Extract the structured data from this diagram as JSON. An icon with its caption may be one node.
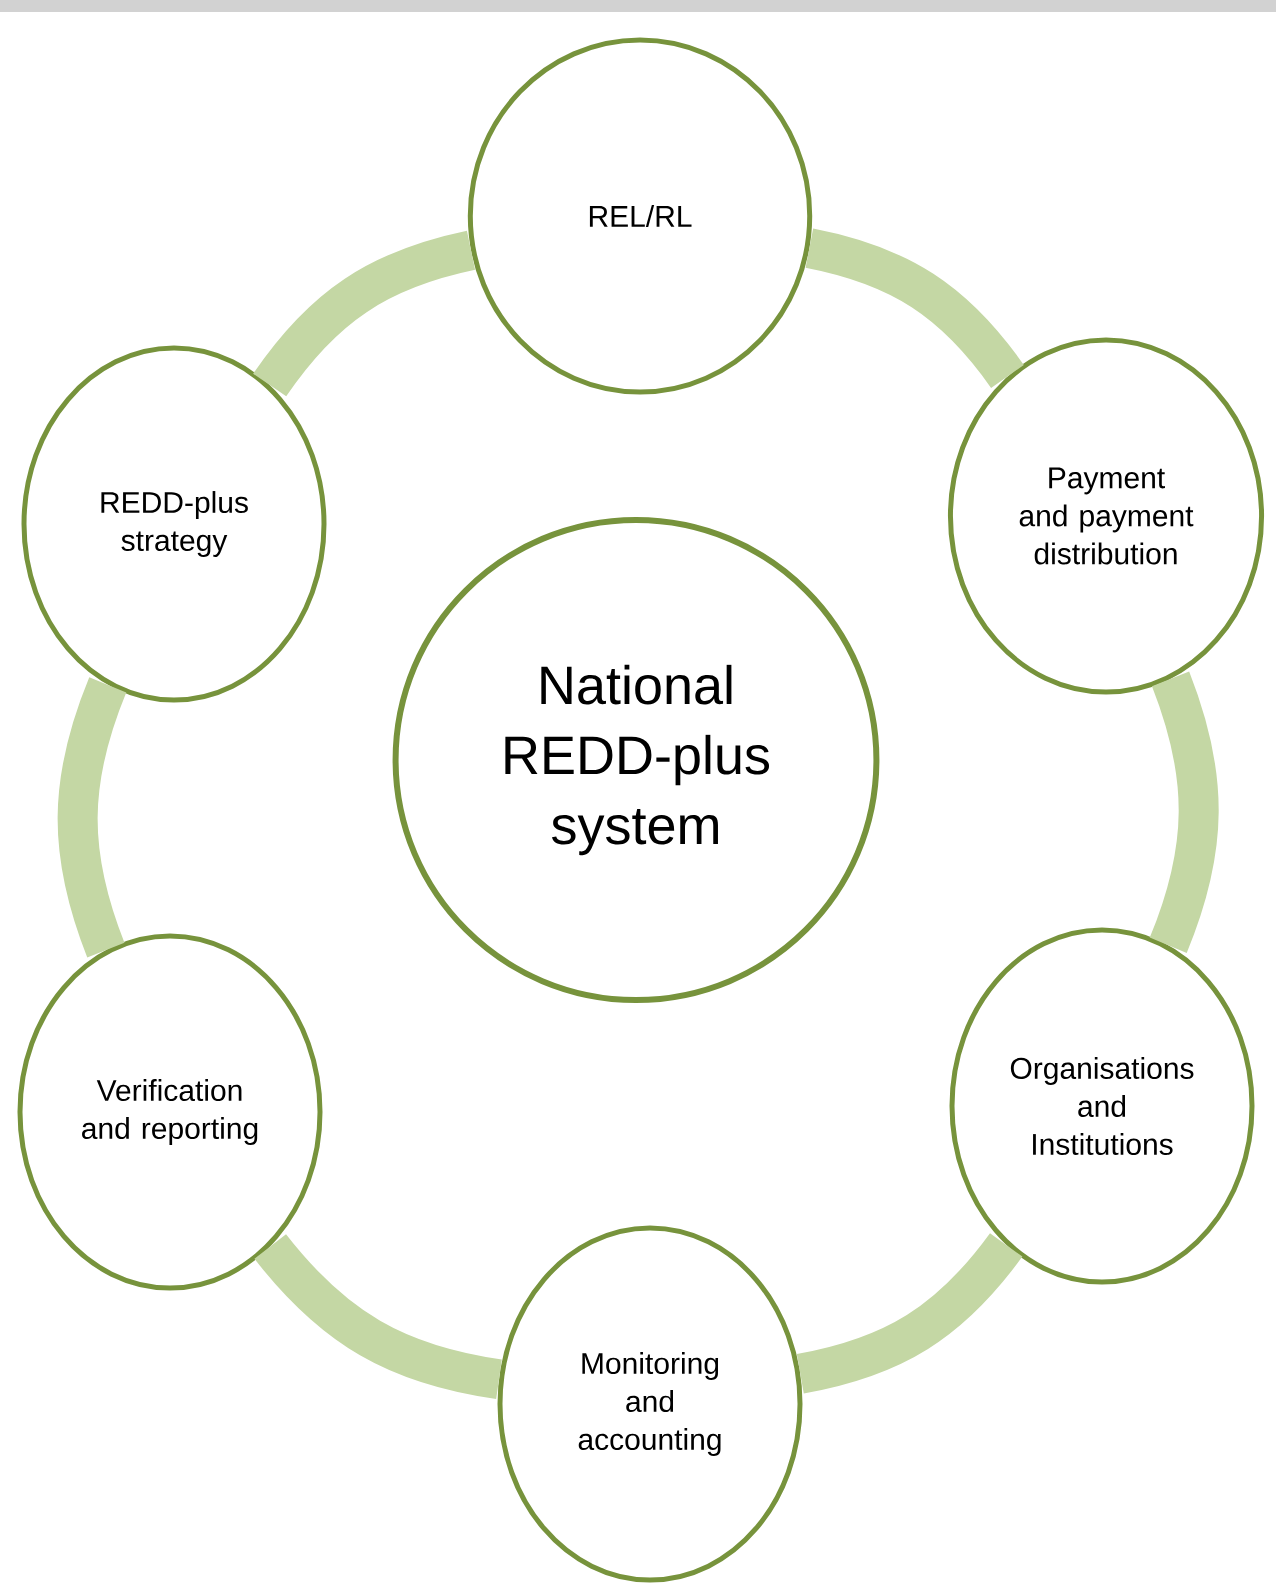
{
  "diagram": {
    "nodes": [
      {
        "text": [
          "National REDD-plus system"
        ]
      },
      {
        "text": [
          "REL/RL"
        ]
      },
      {
        "text": [
          "Payment and payment distribution"
        ]
      },
      {
        "text": [
          "Organisations and Institutions"
        ]
      },
      {
        "text": [
          "Monitoring and accounting"
        ]
      },
      {
        "text": [
          "Verification and reporting"
        ]
      },
      {
        "text": [
          "REDD-plus strategy"
        ]
      }
    ],
    "edges": [
      {
        "from": 1,
        "to": 2,
        "arrow": "none"
      },
      {
        "from": 2,
        "to": 3,
        "arrow": "none"
      },
      {
        "from": 3,
        "to": 4,
        "arrow": "none"
      },
      {
        "from": 4,
        "to": 5,
        "arrow": "none"
      },
      {
        "from": 5,
        "to": 6,
        "arrow": "none"
      },
      {
        "from": 6,
        "to": 1,
        "arrow": "none"
      }
    ]
  }
}
